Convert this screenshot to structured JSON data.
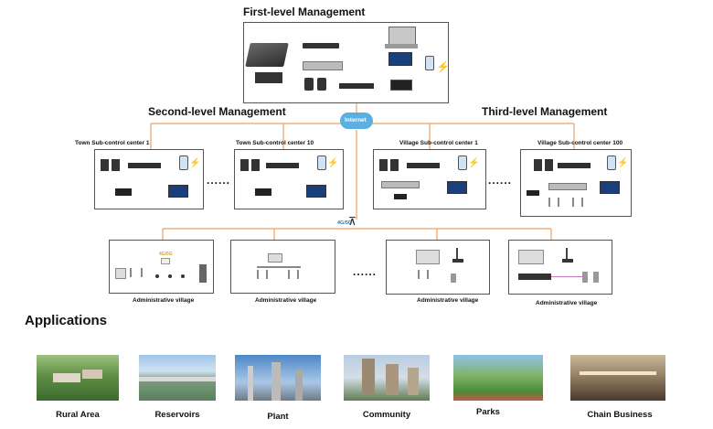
{
  "titles": {
    "first": "First-level Management",
    "second": "Second-level Management",
    "third": "Third-level Management",
    "internet": "Internet",
    "g45": "4G/5G",
    "g45_small": "4G/5G",
    "dots": "......"
  },
  "centers": [
    {
      "label": "Town Sub-control center 1"
    },
    {
      "label": "Town Sub-control center 10"
    },
    {
      "label": "Village Sub-control center 1"
    },
    {
      "label": "Village Sub-control center 100"
    }
  ],
  "villages": [
    {
      "label": "Administrative village"
    },
    {
      "label": "Administrative village"
    },
    {
      "label": "Administrative village"
    },
    {
      "label": "Administrative village"
    }
  ],
  "applications": {
    "heading": "Applications",
    "items": [
      {
        "label": "Rural Area"
      },
      {
        "label": "Reservoirs"
      },
      {
        "label": "Plant"
      },
      {
        "label": "Community"
      },
      {
        "label": "Parks"
      },
      {
        "label": "Chain Business"
      }
    ]
  },
  "colors": {
    "link": "#f0a060",
    "cloud": "#5ab0e0",
    "box": "#555555"
  }
}
